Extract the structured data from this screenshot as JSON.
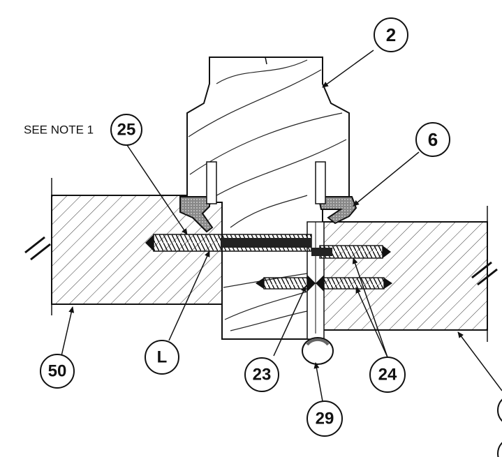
{
  "note_text": "SEE NOTE 1",
  "callouts": {
    "part_2": "2",
    "part_25": "25",
    "part_6": "6",
    "part_50": "50",
    "part_L": "L",
    "part_23": "23",
    "part_24": "24",
    "part_29": "29"
  },
  "colors": {
    "ink": "#111111",
    "paper": "#ffffff",
    "gasket": "#777777"
  }
}
